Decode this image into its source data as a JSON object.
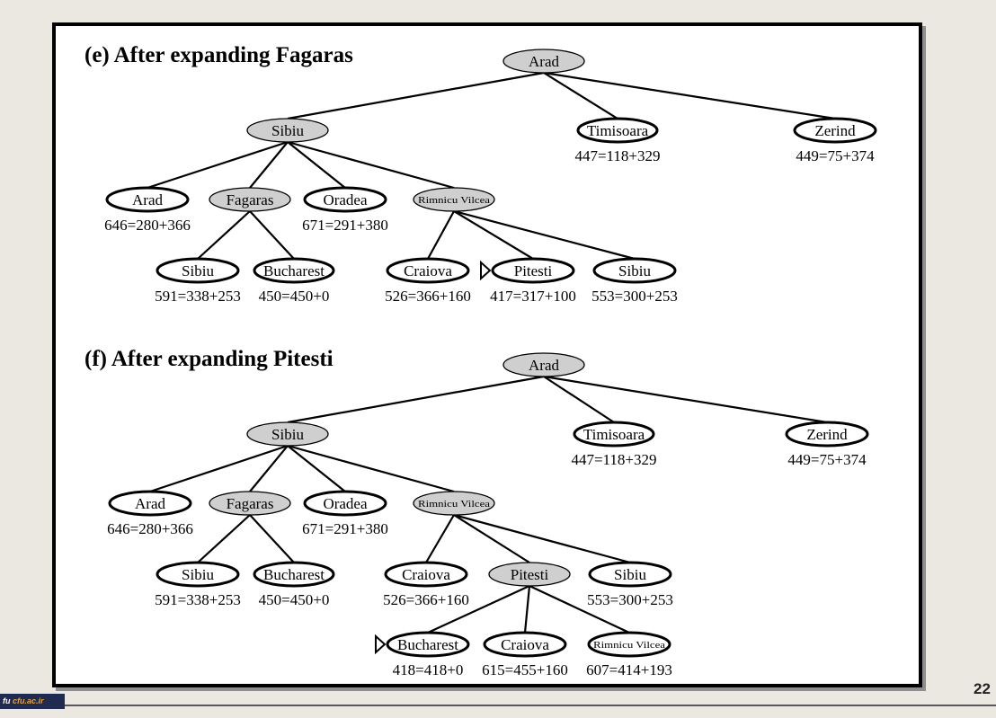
{
  "colors": {
    "expanded_fill": "#cfcfcf",
    "open_fill": "#ffffff",
    "stroke": "#000000"
  },
  "page_number": "22",
  "footer_logo": {
    "prefix": "fu",
    "site": "cfu.ac.ir"
  },
  "panels": [
    {
      "id": "e",
      "title": "(e) After expanding Fagaras",
      "nodes": [
        {
          "id": "arad",
          "label": "Arad",
          "state": "expanded"
        },
        {
          "id": "sibiu",
          "label": "Sibiu",
          "state": "expanded"
        },
        {
          "id": "timisoara",
          "label": "Timisoara",
          "value": "447=118+329",
          "state": "open"
        },
        {
          "id": "zerind",
          "label": "Zerind",
          "value": "449=75+374",
          "state": "open"
        },
        {
          "id": "arad2",
          "label": "Arad",
          "value": "646=280+366",
          "state": "open"
        },
        {
          "id": "fagaras",
          "label": "Fagaras",
          "state": "expanded"
        },
        {
          "id": "oradea",
          "label": "Oradea",
          "value": "671=291+380",
          "state": "open"
        },
        {
          "id": "rimnicu",
          "label": "Rimnicu Vilcea",
          "state": "expanded",
          "small": true
        },
        {
          "id": "sibiu2",
          "label": "Sibiu",
          "value": "591=338+253",
          "state": "open"
        },
        {
          "id": "bucharest",
          "label": "Bucharest",
          "value": "450=450+0",
          "state": "open"
        },
        {
          "id": "craiova",
          "label": "Craiova",
          "value": "526=366+160",
          "state": "open"
        },
        {
          "id": "pitesti",
          "label": "Pitesti",
          "value": "417=317+100",
          "state": "open",
          "marker": true
        },
        {
          "id": "sibiu3",
          "label": "Sibiu",
          "value": "553=300+253",
          "state": "open"
        }
      ],
      "edges": [
        [
          "arad",
          "sibiu"
        ],
        [
          "arad",
          "timisoara"
        ],
        [
          "arad",
          "zerind"
        ],
        [
          "sibiu",
          "arad2"
        ],
        [
          "sibiu",
          "fagaras"
        ],
        [
          "sibiu",
          "oradea"
        ],
        [
          "sibiu",
          "rimnicu"
        ],
        [
          "fagaras",
          "sibiu2"
        ],
        [
          "fagaras",
          "bucharest"
        ],
        [
          "rimnicu",
          "craiova"
        ],
        [
          "rimnicu",
          "pitesti"
        ],
        [
          "rimnicu",
          "sibiu3"
        ]
      ]
    },
    {
      "id": "f",
      "title": "(f) After expanding Pitesti",
      "nodes": [
        {
          "id": "arad",
          "label": "Arad",
          "state": "expanded"
        },
        {
          "id": "sibiu",
          "label": "Sibiu",
          "state": "expanded"
        },
        {
          "id": "timisoara",
          "label": "Timisoara",
          "value": "447=118+329",
          "state": "open"
        },
        {
          "id": "zerind",
          "label": "Zerind",
          "value": "449=75+374",
          "state": "open"
        },
        {
          "id": "arad2",
          "label": "Arad",
          "value": "646=280+366",
          "state": "open"
        },
        {
          "id": "fagaras",
          "label": "Fagaras",
          "state": "expanded"
        },
        {
          "id": "oradea",
          "label": "Oradea",
          "value": "671=291+380",
          "state": "open"
        },
        {
          "id": "rimnicu",
          "label": "Rimnicu Vilcea",
          "state": "expanded",
          "small": true
        },
        {
          "id": "sibiu2",
          "label": "Sibiu",
          "value": "591=338+253",
          "state": "open"
        },
        {
          "id": "bucharest",
          "label": "Bucharest",
          "value": "450=450+0",
          "state": "open"
        },
        {
          "id": "craiova",
          "label": "Craiova",
          "value": "526=366+160",
          "state": "open"
        },
        {
          "id": "pitesti",
          "label": "Pitesti",
          "state": "expanded"
        },
        {
          "id": "sibiu3",
          "label": "Sibiu",
          "value": "553=300+253",
          "state": "open"
        },
        {
          "id": "bucharest2",
          "label": "Bucharest",
          "value": "418=418+0",
          "state": "open",
          "marker": true
        },
        {
          "id": "craiova2",
          "label": "Craiova",
          "value": "615=455+160",
          "state": "open"
        },
        {
          "id": "rimnicu2",
          "label": "Rimnicu Vilcea",
          "value": "607=414+193",
          "state": "open",
          "small": true
        }
      ],
      "edges": [
        [
          "arad",
          "sibiu"
        ],
        [
          "arad",
          "timisoara"
        ],
        [
          "arad",
          "zerind"
        ],
        [
          "sibiu",
          "arad2"
        ],
        [
          "sibiu",
          "fagaras"
        ],
        [
          "sibiu",
          "oradea"
        ],
        [
          "sibiu",
          "rimnicu"
        ],
        [
          "fagaras",
          "sibiu2"
        ],
        [
          "fagaras",
          "bucharest"
        ],
        [
          "rimnicu",
          "craiova"
        ],
        [
          "rimnicu",
          "pitesti"
        ],
        [
          "rimnicu",
          "sibiu3"
        ],
        [
          "pitesti",
          "bucharest2"
        ],
        [
          "pitesti",
          "craiova2"
        ],
        [
          "pitesti",
          "rimnicu2"
        ]
      ]
    }
  ]
}
